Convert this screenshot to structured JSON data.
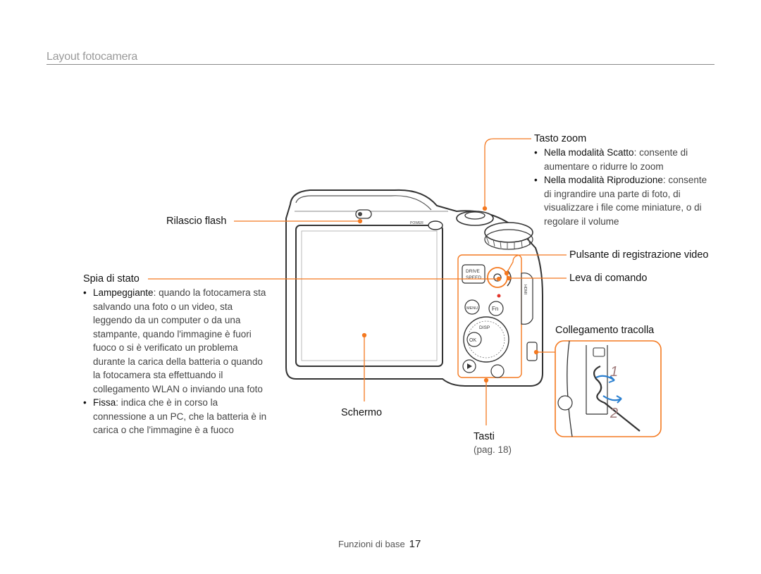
{
  "section": {
    "title": "Layout fotocamera"
  },
  "callouts": {
    "tasto_zoom": {
      "label": "Tasto zoom",
      "items": [
        {
          "term": "Nella modalità Scatto",
          "text": ": consente di aumentare o ridurre lo zoom"
        },
        {
          "term": "Nella modalità Riproduzione",
          "text": ": consente di ingrandire una parte di foto, di visualizzare i file come miniature, o di regolare il volume"
        }
      ]
    },
    "rilascio_flash": {
      "label": "Rilascio flash"
    },
    "spia_di_stato": {
      "label": "Spia di stato",
      "items": [
        {
          "term": "Lampeggiante",
          "text": ": quando la fotocamera sta salvando una foto o un video, sta leggendo da un computer o da una stampante, quando l'immagine è fuori fuoco o si è verificato un problema durante la carica della batteria o quando la fotocamera sta effettuando il collegamento WLAN o inviando una foto"
        },
        {
          "term": "Fissa",
          "text": ": indica che è in corso la connessione a un PC, che la batteria è in carica o che l'immagine è a fuoco"
        }
      ]
    },
    "pulsante_video": {
      "label": "Pulsante di registrazione video"
    },
    "leva_di_comando": {
      "label": "Leva di comando"
    },
    "collegamento_tracolla": {
      "label": "Collegamento tracolla"
    },
    "schermo": {
      "label": "Schermo"
    },
    "tasti": {
      "label": "Tasti",
      "ref": "(pag. 18)"
    }
  },
  "camera": {
    "mode_button_top": "DRIVE",
    "mode_button_bottom": "SPEED",
    "menu_button": "MENU",
    "fn_button": "Fn",
    "disp_label": "DISP",
    "ok_label": "OK",
    "power_label": "POWER",
    "hdmi_label": "HDMI"
  },
  "strap_steps": [
    "1",
    "2"
  ],
  "footer": {
    "section": "Funzioni di base",
    "page": "17"
  },
  "colors": {
    "accent": "#f47920",
    "step": "#a07a7a",
    "arrow": "#2a7fd0"
  }
}
